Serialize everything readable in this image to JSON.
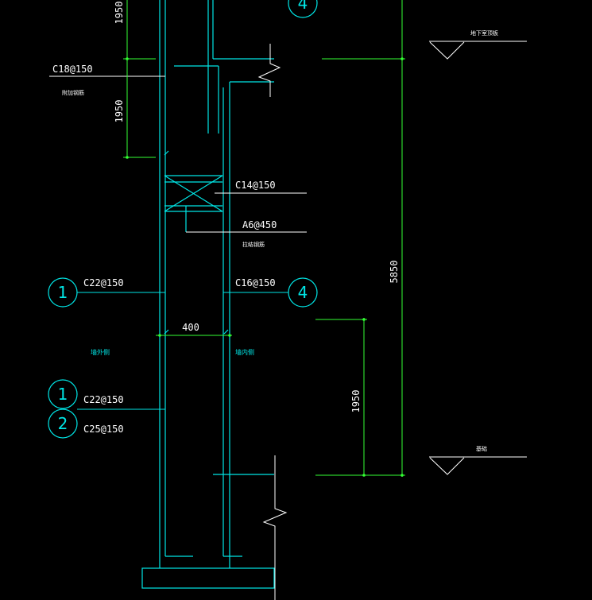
{
  "colors": {
    "background": "#000000",
    "structure": "#00e5e5",
    "dimension": "#33ff33",
    "leader": "#ffffff",
    "text": "#ffffff"
  },
  "rebar_labels": {
    "top_horizontal": "C18@150",
    "top_horizontal_note": "附加钢筋",
    "middle_c14": "C14@150",
    "middle_a6": "A6@450",
    "middle_a6_note": "拉结钢筋",
    "left_c22_upper": "C22@150",
    "right_c16": "C16@150",
    "left_c22_lower": "C22@150",
    "left_c25": "C25@150"
  },
  "bubbles": {
    "top_right": "4",
    "left_upper": "1",
    "right_middle": "4",
    "left_lower_1": "1",
    "left_lower_2": "2"
  },
  "dimensions": {
    "top_1950": "1950",
    "mid_1950": "1950",
    "wall_thickness": "400",
    "total_5850": "5850",
    "lower_1950": "1950"
  },
  "side_labels": {
    "outer_face": "墙外侧",
    "inner_face": "墙内侧"
  },
  "elevations": {
    "top": "地下室顶板",
    "bottom": "基础"
  }
}
